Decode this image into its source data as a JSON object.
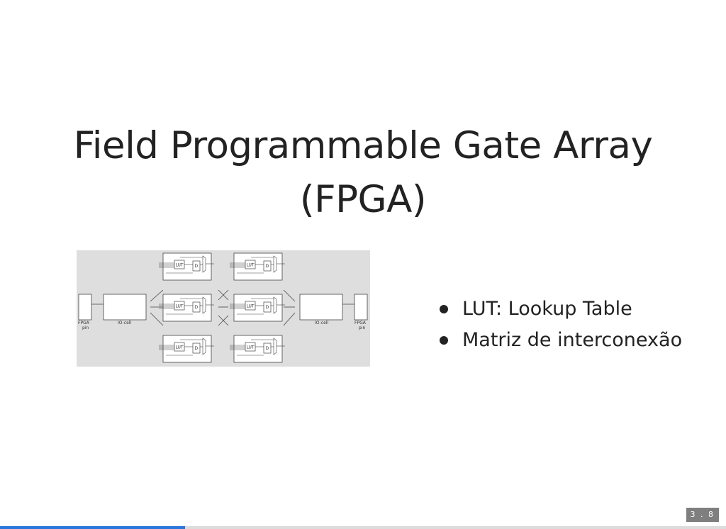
{
  "slide": {
    "title_line1": "Field Programmable Gate Array",
    "title_line2": "(FPGA)",
    "bullets": [
      "LUT: Lookup Table",
      "Matriz de interconexão"
    ],
    "slide_number": "3 . 8",
    "progress": 0.255
  },
  "diagram": {
    "lut_label": "LUT",
    "ff_label": "D",
    "left_pin_label": [
      "FPGA",
      "pin"
    ],
    "right_pin_label": [
      "FPGA",
      "pin"
    ],
    "left_io_label": "IO-cell",
    "right_io_label": "IO-cell"
  },
  "colors": {
    "accent": "#2a76dd",
    "text": "#222222",
    "diagram_bg": "#dedede"
  }
}
